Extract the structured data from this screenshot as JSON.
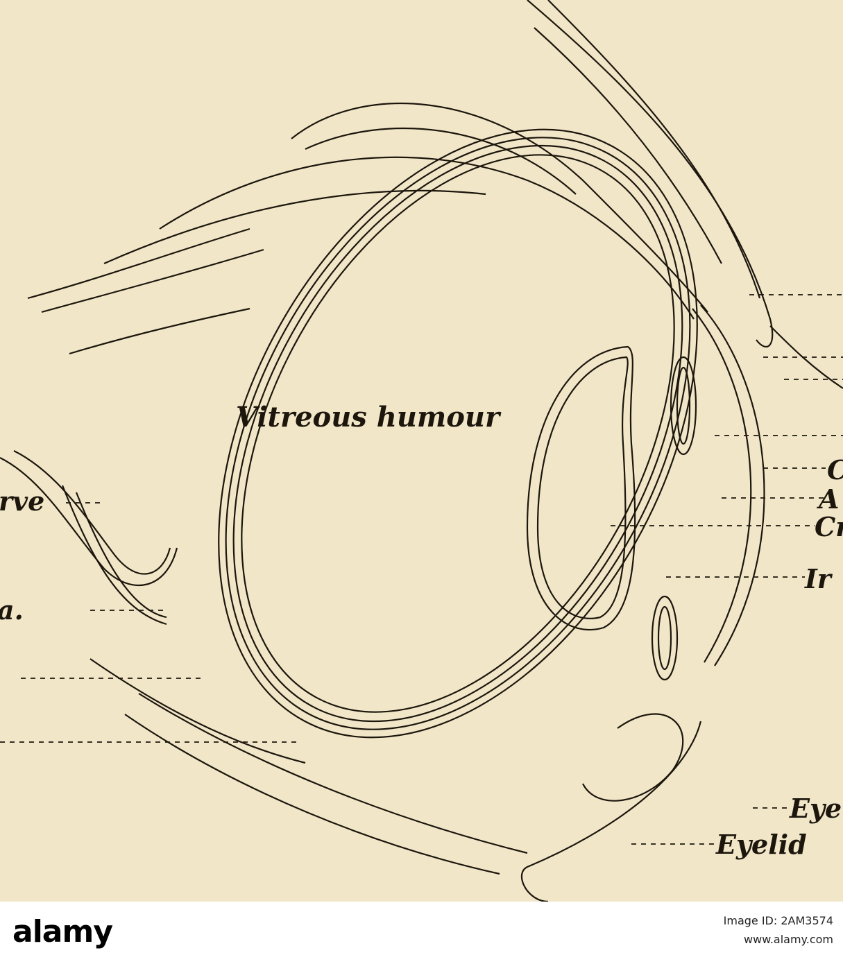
{
  "diagram": {
    "central_label": "Vitreous humour",
    "left_labels": [
      "rve",
      "a."
    ],
    "right_labels": [
      "C",
      "A",
      "Cr",
      "Ir",
      "Eye",
      "Eyelid"
    ],
    "colors": {
      "paper": "#f1e6c8",
      "ink": "#1c160d"
    }
  },
  "footer": {
    "logo_text": "alamy",
    "image_id": "Image ID: 2AM3574",
    "site": "www.alamy.com"
  }
}
